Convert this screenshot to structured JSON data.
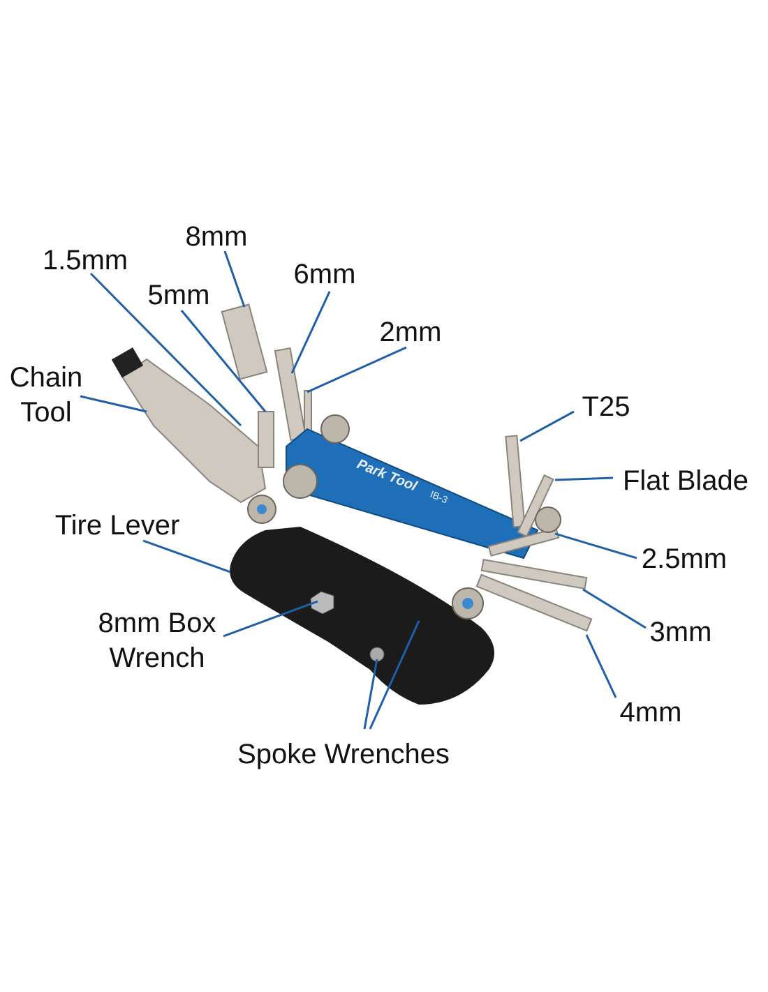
{
  "title": "Multi-tool parts diagram",
  "colors": {
    "leader": "#1f5fa8",
    "body": "#1e6fb8",
    "lever": "#1b1b1b",
    "steel": "#cfc9c0"
  },
  "product": {
    "brand_logo": "Park Tool",
    "model": "IB-3"
  },
  "labels": {
    "mm8": "8mm",
    "mm1_5": "1.5mm",
    "mm5": "5mm",
    "mm6": "6mm",
    "mm2": "2mm",
    "chain_tool_1": "Chain",
    "chain_tool_2": "Tool",
    "t25": "T25",
    "flat_blade": "Flat Blade",
    "tire_lever": "Tire Lever",
    "mm2_5": "2.5mm",
    "box_wrench_1": "8mm Box",
    "box_wrench_2": "Wrench",
    "mm3": "3mm",
    "mm4": "4mm",
    "spoke_wrenches": "Spoke Wrenches"
  }
}
